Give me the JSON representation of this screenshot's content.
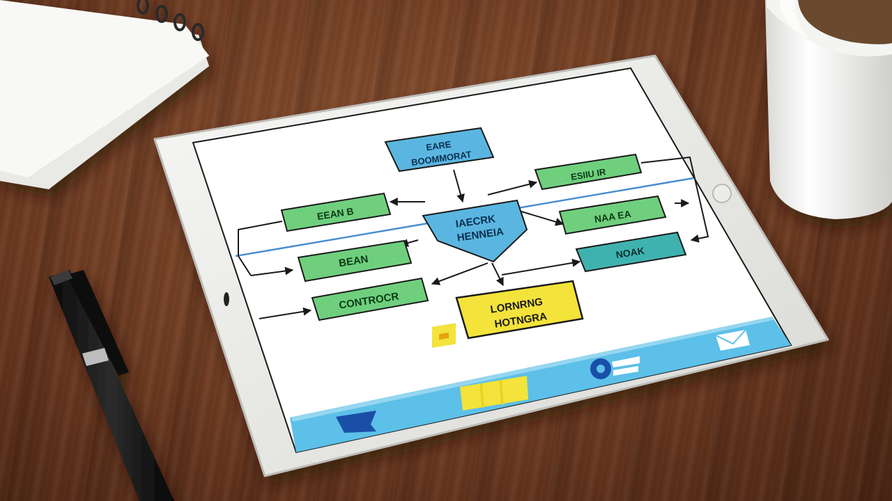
{
  "scene": {
    "objects": [
      "notepad",
      "pen",
      "coffee-mug",
      "tablet"
    ]
  },
  "diagram": {
    "top_box": [
      "EARE",
      "BOOMMORAT"
    ],
    "center_box": [
      "IAECRK",
      "HENNEIA"
    ],
    "left_boxes": [
      {
        "label": "EEAN B"
      },
      {
        "label": "BEAN"
      },
      {
        "label": "CONTROCR"
      }
    ],
    "right_boxes": [
      {
        "label": "ESIIU IR"
      },
      {
        "label": "NAA EA"
      },
      {
        "label": "NOAK"
      }
    ],
    "bottom_box": [
      "LORNRNG",
      "HOTNGRA"
    ]
  },
  "colors": {
    "wood": "#6e3c22",
    "blue_box": "#5ab6e0",
    "green_box": "#6fcf7d",
    "teal_box": "#3fb2b0",
    "yellow_box": "#f3e33a",
    "taskbar": "#5cc0e8"
  },
  "taskbar": {
    "icons": [
      "flag-icon",
      "folder-icon",
      "folder-icon",
      "gear-icon",
      "mail-icon"
    ]
  }
}
